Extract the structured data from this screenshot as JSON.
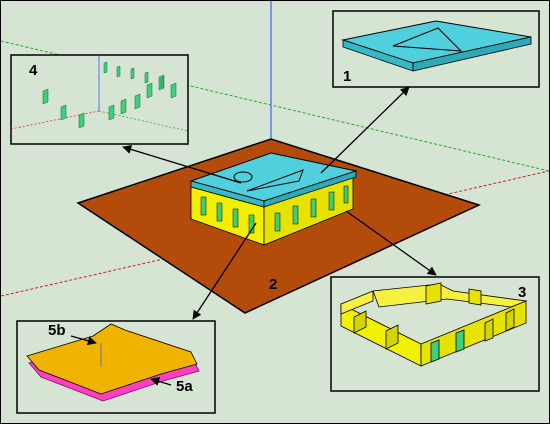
{
  "colors": {
    "background": "#d5e4d3",
    "ground": "#b34b0a",
    "lid": "#4fd0dc",
    "wall": "#f2f000",
    "window": "#3dcf7a",
    "base_top": "#f0b400",
    "base_under": "#ff3fbf",
    "axis_blue": "#2244ff",
    "axis_red": "#cc2222",
    "axis_green": "#22aa22"
  },
  "labels": {
    "part1": "1",
    "part2": "2",
    "part3": "3",
    "part4": "4",
    "part5a": "5a",
    "part5b": "5b"
  },
  "icons": [
    "arrow-pointer",
    "lid-part",
    "wall-part",
    "window-part",
    "base-plate-part"
  ]
}
